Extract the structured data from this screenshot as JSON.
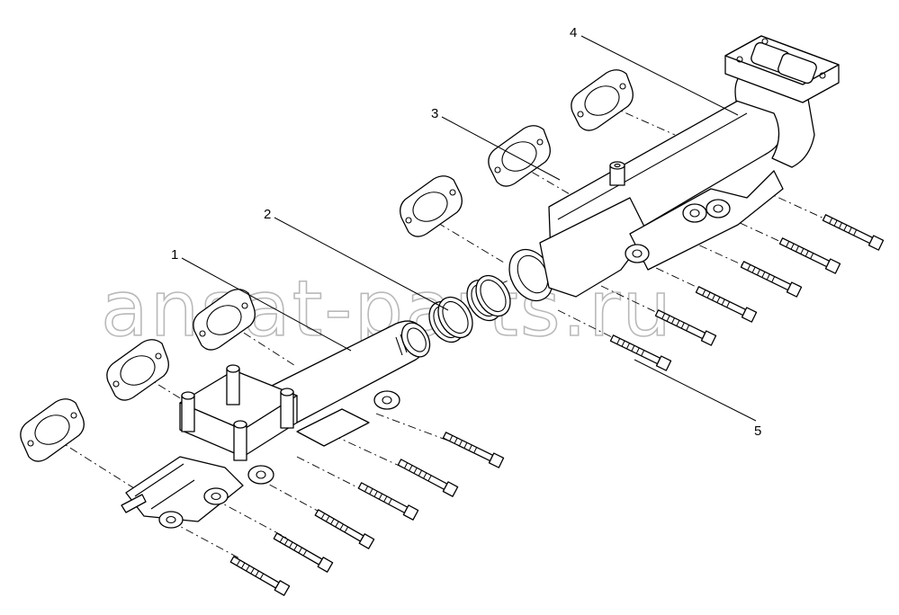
{
  "diagram": {
    "watermark": "ansat-parts.ru",
    "callouts": {
      "c1": "1",
      "c2": "2",
      "c3": "3",
      "c4": "4",
      "c5": "5"
    }
  }
}
